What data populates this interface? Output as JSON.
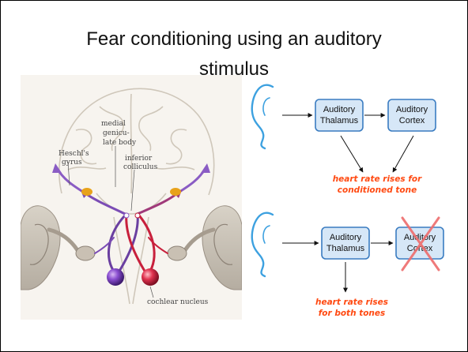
{
  "slide": {
    "title_line1": "Fear conditioning using an auditory",
    "title_line2": "stimulus"
  },
  "brain_figure": {
    "labels": {
      "medial_geniculate_1": "medial",
      "medial_geniculate_2": "genicu-",
      "medial_geniculate_3": "late body",
      "heschl_1": "Heschl's",
      "heschl_2": "gyrus",
      "inferior_colliculus_1": "inferior",
      "inferior_colliculus_2": "colliculus",
      "cochlear_nucleus": "cochlear nucleus"
    },
    "colors": {
      "left_pathway": "#6a3fa0",
      "right_pathway": "#c8203c",
      "relay": "#e8a21a"
    }
  },
  "flow_top": {
    "box1_line1": "Auditory",
    "box1_line2": "Thalamus",
    "box2_line1": "Auditory",
    "box2_line2": "Cortex",
    "note_line1": "heart rate rises for",
    "note_line2": "conditioned tone"
  },
  "flow_bottom": {
    "box1_line1": "Auditory",
    "box1_line2": "Thalamus",
    "box2_line1": "Auditory",
    "box2_line2": "Cortex",
    "cortex_crossed_out": true,
    "note_line1": "heart rate rises",
    "note_line2": "for both tones"
  },
  "colors": {
    "box_border": "#3a7cc1",
    "box_fill": "#d6e7f7",
    "ear_stroke": "#3da1e0",
    "note_text": "#ff4a12",
    "cross": "#ee6f6f"
  }
}
